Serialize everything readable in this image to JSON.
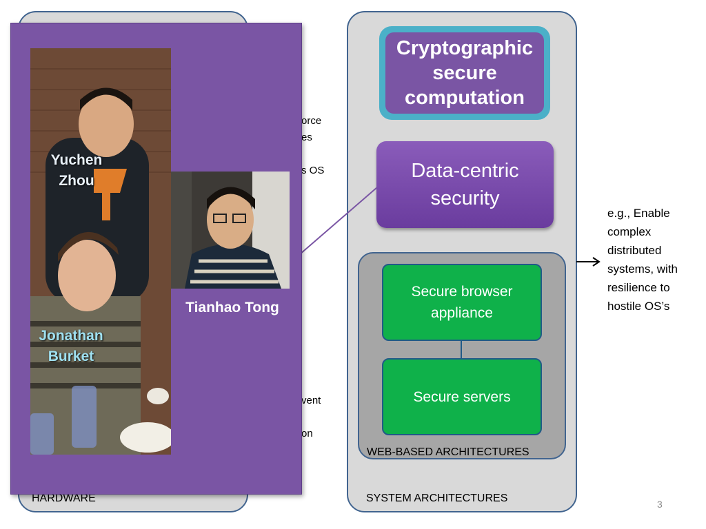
{
  "slide": {
    "page_number": "3",
    "hardware_label": "HARDWARE",
    "system_label": "SYSTEM ARCHITECTURES",
    "web_label": "WEB-BASED ARCHITECTURES",
    "crypto_box": "Cryptographic secure computation",
    "data_box": "Data-centric security",
    "browser_box": "Secure browser appliance",
    "servers_box": "Secure servers",
    "side_note": "e.g., Enable complex distributed systems, with resilience to hostile OS’s",
    "arrow_icon": "arrow-right-icon",
    "peek_texts": [
      "orce",
      "es",
      "s OS",
      "vent",
      "on"
    ]
  },
  "people": {
    "yuchen": "Yuchen Zhou",
    "jonathan": "Jonathan Burket",
    "tianhao": "Tianhao Tong"
  },
  "colors": {
    "panel_fill": "#d9d9d9",
    "panel_border": "#41648f",
    "purple": "#7a55a4",
    "cyan": "#4bb0c8",
    "green": "#0fb14a"
  }
}
